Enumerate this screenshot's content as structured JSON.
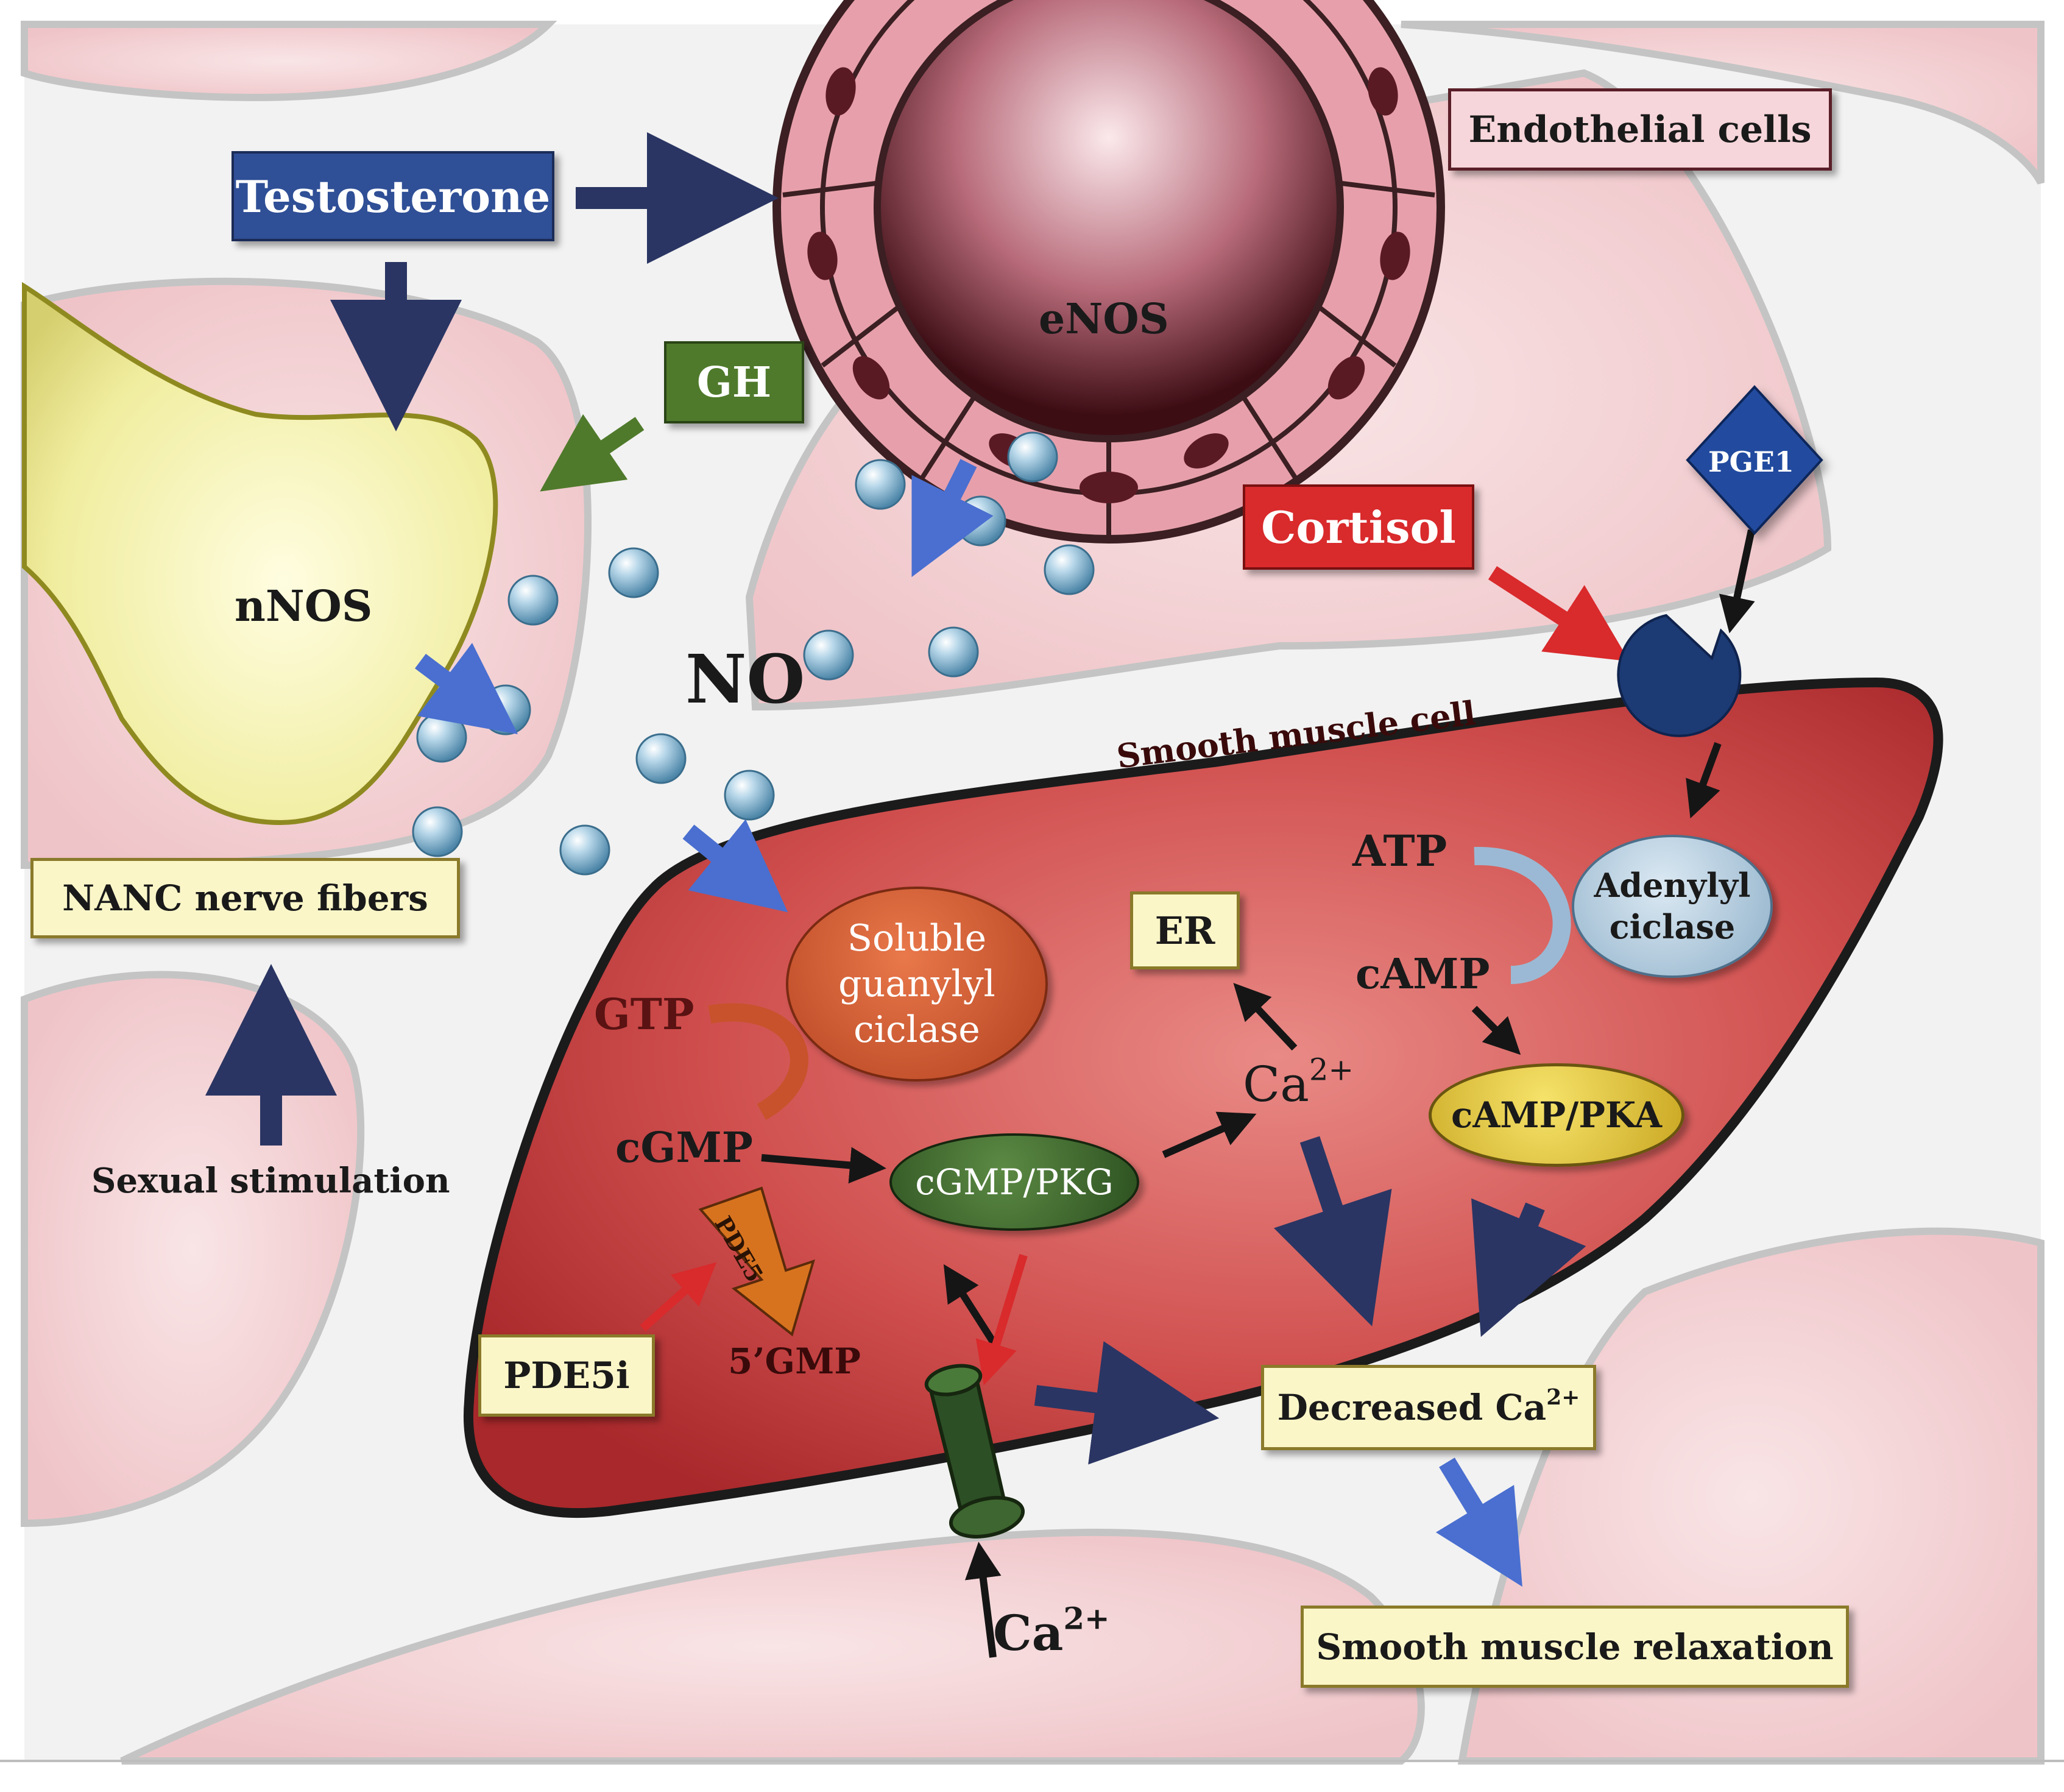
{
  "labels": {
    "testosterone": "Testosterone",
    "endothelial_cells": "Endothelial cells",
    "enos": "eNOS",
    "gh": "GH",
    "nnos": "nNOS",
    "no": "NO",
    "cortisol": "Cortisol",
    "pge1": "PGE1",
    "smooth_muscle_cell": "Smooth muscle cell",
    "nanc_nerve_fibers": "NANC nerve fibers",
    "sexual_stimulation": "Sexual stimulation",
    "soluble_gc_line1": "Soluble",
    "soluble_gc_line2": "guanylyl",
    "soluble_gc_line3": "ciclase",
    "gtp": "GTP",
    "cgmp": "cGMP",
    "cgmp_pkg": "cGMP/PKG",
    "pde5": "PDE5",
    "pde5i": "PDE5i",
    "five_gmp": "5’GMP",
    "er": "ER",
    "atp": "ATP",
    "camp": "cAMP",
    "adenylyl_line1": "Adenylyl",
    "adenylyl_line2": "ciclase",
    "camp_pka": "cAMP/PKA",
    "ca_base": "Ca",
    "ca_charge": "2+",
    "decreased_ca_base": "Decreased Ca",
    "decreased_ca_charge": "2+",
    "smooth_muscle_relaxation": "Smooth muscle relaxation"
  },
  "colors": {
    "background": "#f3f3f3",
    "tissue_pink": "#f1cfd2",
    "tissue_outline": "#bcbcbc",
    "muscle_red": "#cc4546",
    "nerve_yellow": "#f0ed9f",
    "vessel_pink": "#e8a2ad",
    "testosterone_blue": "#2f4f96",
    "gh_green": "#4f7a2b",
    "cortisol_red": "#d92a2c",
    "pge1_blue": "#224c9f",
    "receptor_navy": "#1c3a74",
    "pathway_arrow_blue": "#4a6fd0",
    "dark_arrow_navy": "#2a3563",
    "no_molecule_blue": "#8dbbd6",
    "soluble_gc_brown": "#c8522b",
    "cgmp_pkg_green": "#3f6b2e",
    "camp_pka_gold": "#e0c53a",
    "adenylyl_blue": "#a7c3d8",
    "pde5_orange": "#d7731f",
    "channel_green": "#2c4f25",
    "label_box_yellow": "#fbf6c8"
  },
  "icons": [
    "blood-vessel-icon",
    "nerve-terminal-icon",
    "no-molecule-icon",
    "receptor-icon",
    "calcium-channel-icon"
  ]
}
